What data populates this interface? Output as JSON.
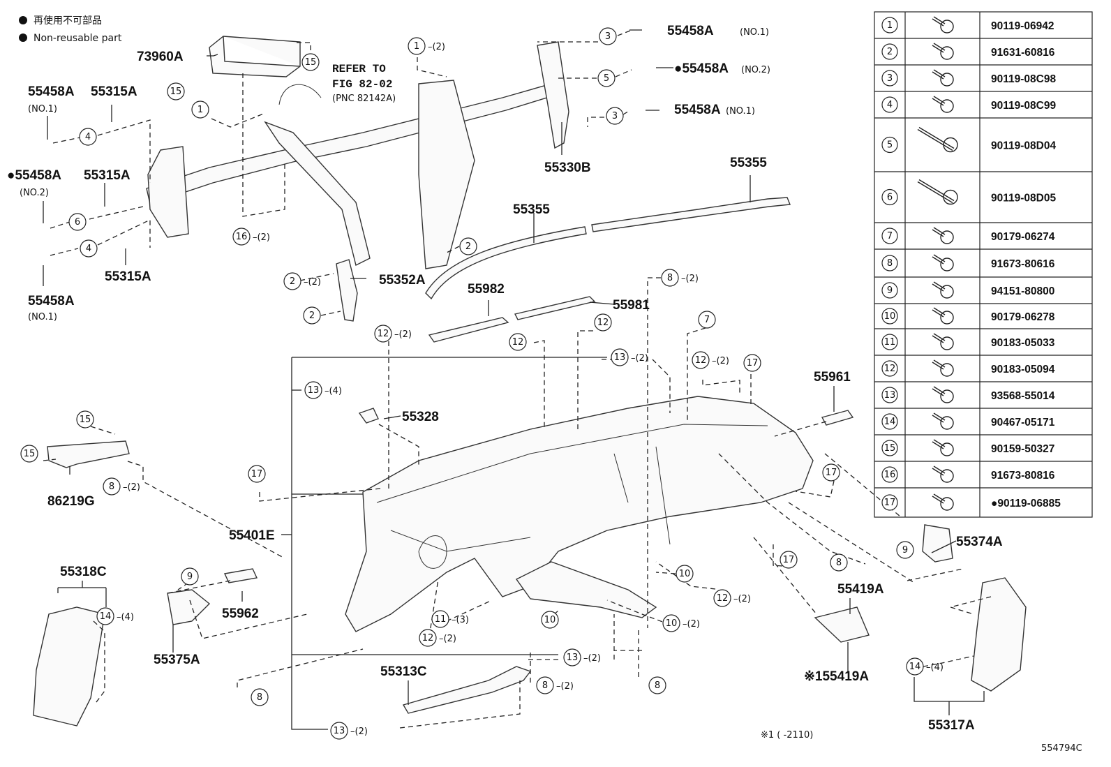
{
  "legend": [
    {
      "symbol": "●",
      "text": "再使用不可部品"
    },
    {
      "symbol": "●",
      "text": "Non-reusable part"
    }
  ],
  "reference": {
    "line1": "REFER TO",
    "line2": "FIG 82-02",
    "line3": "(PNC 82142A)"
  },
  "parts": [
    {
      "id": "p1",
      "text": "73960A"
    },
    {
      "id": "p2",
      "text": "55458A"
    },
    {
      "id": "p3",
      "text": "55315A"
    },
    {
      "id": "p4",
      "text": "●55458A"
    },
    {
      "id": "p5",
      "text": "55315A"
    },
    {
      "id": "p6",
      "text": "55315A"
    },
    {
      "id": "p7",
      "text": "55458A"
    },
    {
      "id": "p8",
      "text": "55458A"
    },
    {
      "id": "p9",
      "text": "●55458A"
    },
    {
      "id": "p10",
      "text": "55458A"
    },
    {
      "id": "p11",
      "text": "55330B"
    },
    {
      "id": "p12",
      "text": "55355"
    },
    {
      "id": "p13",
      "text": "55355"
    },
    {
      "id": "p14",
      "text": "55352A"
    },
    {
      "id": "p15",
      "text": "55982"
    },
    {
      "id": "p16",
      "text": "55981"
    },
    {
      "id": "p17",
      "text": "55961"
    },
    {
      "id": "p18",
      "text": "55328"
    },
    {
      "id": "p19",
      "text": "86219G"
    },
    {
      "id": "p20",
      "text": "55401E"
    },
    {
      "id": "p21",
      "text": "55318C"
    },
    {
      "id": "p22",
      "text": "55962"
    },
    {
      "id": "p23",
      "text": "55375A"
    },
    {
      "id": "p24",
      "text": "55313C"
    },
    {
      "id": "p25",
      "text": "55374A"
    },
    {
      "id": "p26",
      "text": "55419A"
    },
    {
      "id": "p27",
      "text": "※155419A"
    },
    {
      "id": "p28",
      "text": "55317A"
    }
  ],
  "sublabels": [
    {
      "id": "s1",
      "text": "(NO.1)"
    },
    {
      "id": "s2",
      "text": "(NO.2)"
    },
    {
      "id": "s3",
      "text": "(NO.1)"
    },
    {
      "id": "s4",
      "text": "(NO.1)"
    },
    {
      "id": "s5",
      "text": "(NO.2)"
    },
    {
      "id": "s6",
      "text": "(NO.1)"
    }
  ],
  "callouts": [
    {
      "n": "1",
      "q": "(2)"
    },
    {
      "n": "1",
      "q": ""
    },
    {
      "n": "15",
      "q": ""
    },
    {
      "n": "15",
      "q": ""
    },
    {
      "n": "3",
      "q": ""
    },
    {
      "n": "5",
      "q": ""
    },
    {
      "n": "3",
      "q": ""
    },
    {
      "n": "4",
      "q": ""
    },
    {
      "n": "6",
      "q": ""
    },
    {
      "n": "4",
      "q": ""
    },
    {
      "n": "16",
      "q": "(2)"
    },
    {
      "n": "2",
      "q": ""
    },
    {
      "n": "2",
      "q": "(2)"
    },
    {
      "n": "2",
      "q": ""
    },
    {
      "n": "8",
      "q": "(2)"
    },
    {
      "n": "12",
      "q": "(2)"
    },
    {
      "n": "12",
      "q": ""
    },
    {
      "n": "12",
      "q": ""
    },
    {
      "n": "7",
      "q": ""
    },
    {
      "n": "13",
      "q": "(2)"
    },
    {
      "n": "12",
      "q": "(2)"
    },
    {
      "n": "17",
      "q": ""
    },
    {
      "n": "13",
      "q": "(4)"
    },
    {
      "n": "15",
      "q": ""
    },
    {
      "n": "15",
      "q": ""
    },
    {
      "n": "8",
      "q": "(2)"
    },
    {
      "n": "17",
      "q": ""
    },
    {
      "n": "17",
      "q": ""
    },
    {
      "n": "9",
      "q": ""
    },
    {
      "n": "8",
      "q": ""
    },
    {
      "n": "17",
      "q": ""
    },
    {
      "n": "10",
      "q": ""
    },
    {
      "n": "12",
      "q": "(2)"
    },
    {
      "n": "10",
      "q": ""
    },
    {
      "n": "10",
      "q": "(2)"
    },
    {
      "n": "11",
      "q": "(3)"
    },
    {
      "n": "12",
      "q": "(2)"
    },
    {
      "n": "9",
      "q": ""
    },
    {
      "n": "14",
      "q": "(4)"
    },
    {
      "n": "13",
      "q": "(2)"
    },
    {
      "n": "8",
      "q": "(2)"
    },
    {
      "n": "8",
      "q": ""
    },
    {
      "n": "8",
      "q": ""
    },
    {
      "n": "13",
      "q": "(2)"
    },
    {
      "n": "14",
      "q": "(4)"
    }
  ],
  "fastener_table": [
    {
      "n": "1",
      "pn": "90119-06942"
    },
    {
      "n": "2",
      "pn": "91631-60816"
    },
    {
      "n": "3",
      "pn": "90119-08C98"
    },
    {
      "n": "4",
      "pn": "90119-08C99"
    },
    {
      "n": "5",
      "pn": "90119-08D04"
    },
    {
      "n": "6",
      "pn": "90119-08D05"
    },
    {
      "n": "7",
      "pn": "90179-06274"
    },
    {
      "n": "8",
      "pn": "91673-80616"
    },
    {
      "n": "9",
      "pn": "94151-80800"
    },
    {
      "n": "10",
      "pn": "90179-06278"
    },
    {
      "n": "11",
      "pn": "90183-05033"
    },
    {
      "n": "12",
      "pn": "90183-05094"
    },
    {
      "n": "13",
      "pn": "93568-55014"
    },
    {
      "n": "14",
      "pn": "90467-05171"
    },
    {
      "n": "15",
      "pn": "90159-50327"
    },
    {
      "n": "16",
      "pn": "91673-80816"
    },
    {
      "n": "17",
      "pn": "●90119-06885"
    }
  ],
  "footnote": "※1 (      -2110)",
  "figure_id": "554794C"
}
